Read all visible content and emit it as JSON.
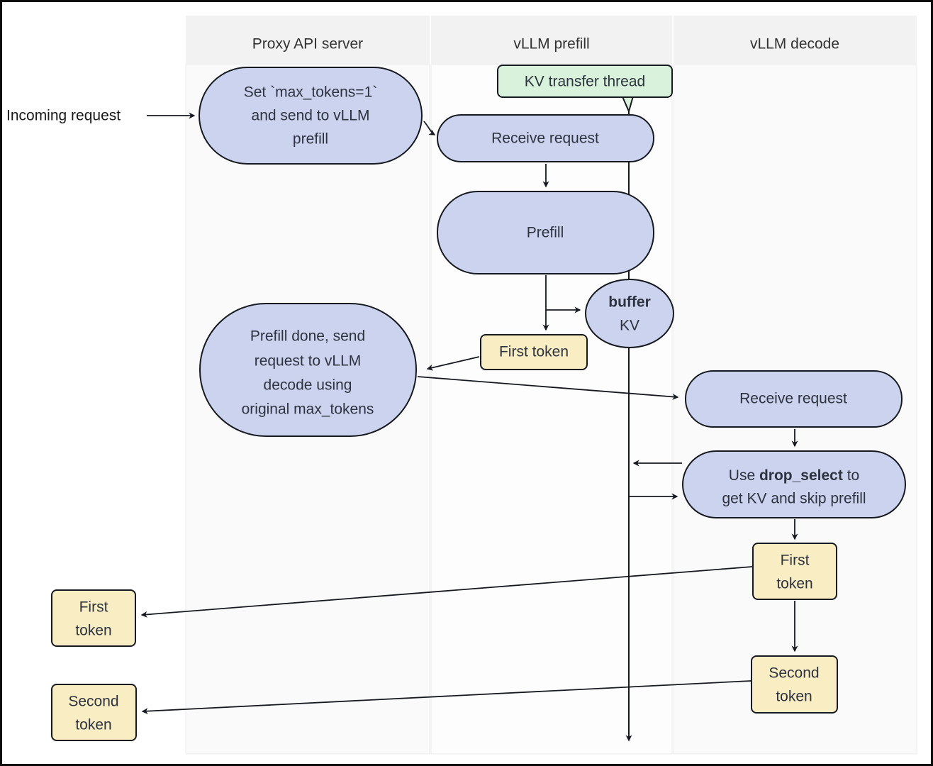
{
  "lanes": {
    "proxy": {
      "label": "Proxy API server"
    },
    "prefill": {
      "label": "vLLM prefill"
    },
    "decode": {
      "label": "vLLM decode"
    }
  },
  "labels": {
    "incoming_request": "Incoming request",
    "kv_transfer_thread": "KV transfer thread"
  },
  "nodes": {
    "proxy_set": {
      "lines": [
        "Set `max_tokens=1`",
        "and send to vLLM",
        "prefill"
      ]
    },
    "receive_request_prefill": {
      "label": "Receive request"
    },
    "prefill": {
      "label": "Prefill"
    },
    "buffer_kv": {
      "bold_line": "buffer",
      "line2": "KV"
    },
    "first_token_prefill": {
      "label": "First token"
    },
    "prefill_done": {
      "lines": [
        "Prefill done, send",
        "request to vLLM",
        "decode using",
        "original max_tokens"
      ]
    },
    "receive_request_decode": {
      "label": "Receive request"
    },
    "drop_select": {
      "line1_pre": "Use ",
      "line1_bold": "drop_select",
      "line1_post": " to",
      "line2": "get KV and skip prefill"
    },
    "first_token_decode": {
      "lines": [
        "First",
        "token"
      ]
    },
    "second_token_decode": {
      "lines": [
        "Second",
        "token"
      ]
    },
    "first_token_left": {
      "lines": [
        "First",
        "token"
      ]
    },
    "second_token_left": {
      "lines": [
        "Second",
        "token"
      ]
    }
  },
  "colors": {
    "node_fill_lavender": "#ccd3ee",
    "node_fill_yellow": "#f9edc4",
    "node_fill_green": "#d9f2db",
    "node_border": "#161a20",
    "lane_header_bg": "#f2f2f2",
    "text": "#2e3340"
  }
}
